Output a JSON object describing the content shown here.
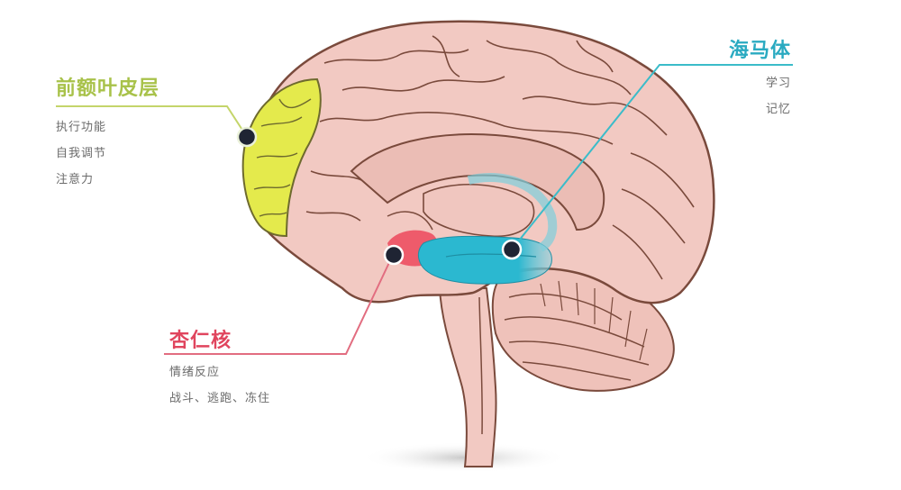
{
  "colors": {
    "prefrontal": "#a8c24a",
    "prefrontal_fill": "#e4ea4c",
    "hippocampus": "#2aaac1",
    "hippocampus_fill": "#2bb8d0",
    "amygdala": "#e0455e",
    "amygdala_fill": "#ee5b6b",
    "brain_fill": "#f2c9c2",
    "brain_outline": "#7a4a3c",
    "marker": "#1f2433",
    "desc_text": "#6b6b6b"
  },
  "regions": {
    "prefrontal_cortex": {
      "title": "前额叶皮层",
      "functions": [
        "执行功能",
        "自我调节",
        "注意力"
      ]
    },
    "hippocampus": {
      "title": "海马体",
      "functions": [
        "学习",
        "记忆"
      ]
    },
    "amygdala": {
      "title": "杏仁核",
      "functions": [
        "情绪反应",
        "战斗、逃跑、冻住"
      ]
    }
  }
}
